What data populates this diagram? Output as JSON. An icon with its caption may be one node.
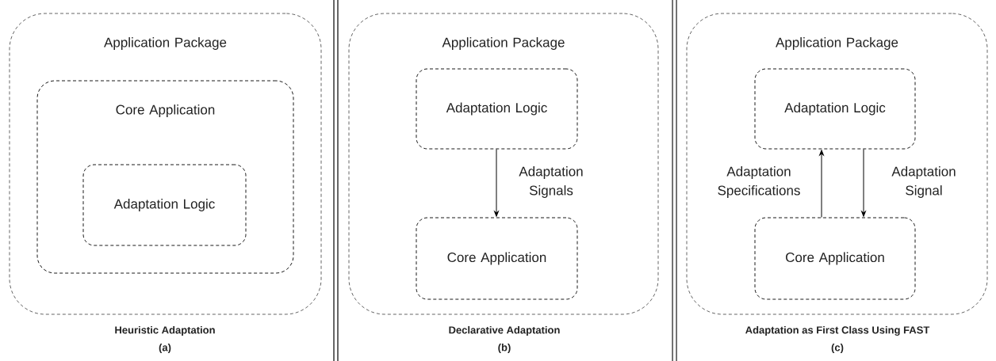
{
  "diagram": {
    "nodes": [
      {
        "text": [
          "Application Package"
        ]
      },
      {
        "text": [
          "Core Application"
        ],
        "in": 0
      },
      {
        "text": [
          "Adaptation Logic"
        ],
        "in": 1
      },
      {
        "text": [
          "Application Package"
        ]
      },
      {
        "text": [
          "Adaptation Logic"
        ],
        "in": 3
      },
      {
        "text": [
          "Core Application"
        ],
        "in": 3
      },
      {
        "text": [
          "Application Package"
        ]
      },
      {
        "text": [
          "Adaptation Logic"
        ],
        "in": 6
      },
      {
        "text": [
          "Core Application"
        ],
        "in": 6
      }
    ],
    "edges": [
      {
        "from": 4,
        "to": 5,
        "arrow": "to",
        "label": "Adaptation Signals"
      },
      {
        "from": 8,
        "to": 7,
        "arrow": "to",
        "label": "Adaptation Specifications"
      },
      {
        "from": 7,
        "to": 8,
        "arrow": "to",
        "label": "Adaptation Signal"
      }
    ],
    "labels": [
      "Heuristic Adaptation",
      "(a)",
      "Declarative Adaptation",
      "(b)",
      "Adaptation as First Class Using FAST",
      "(c)"
    ]
  }
}
